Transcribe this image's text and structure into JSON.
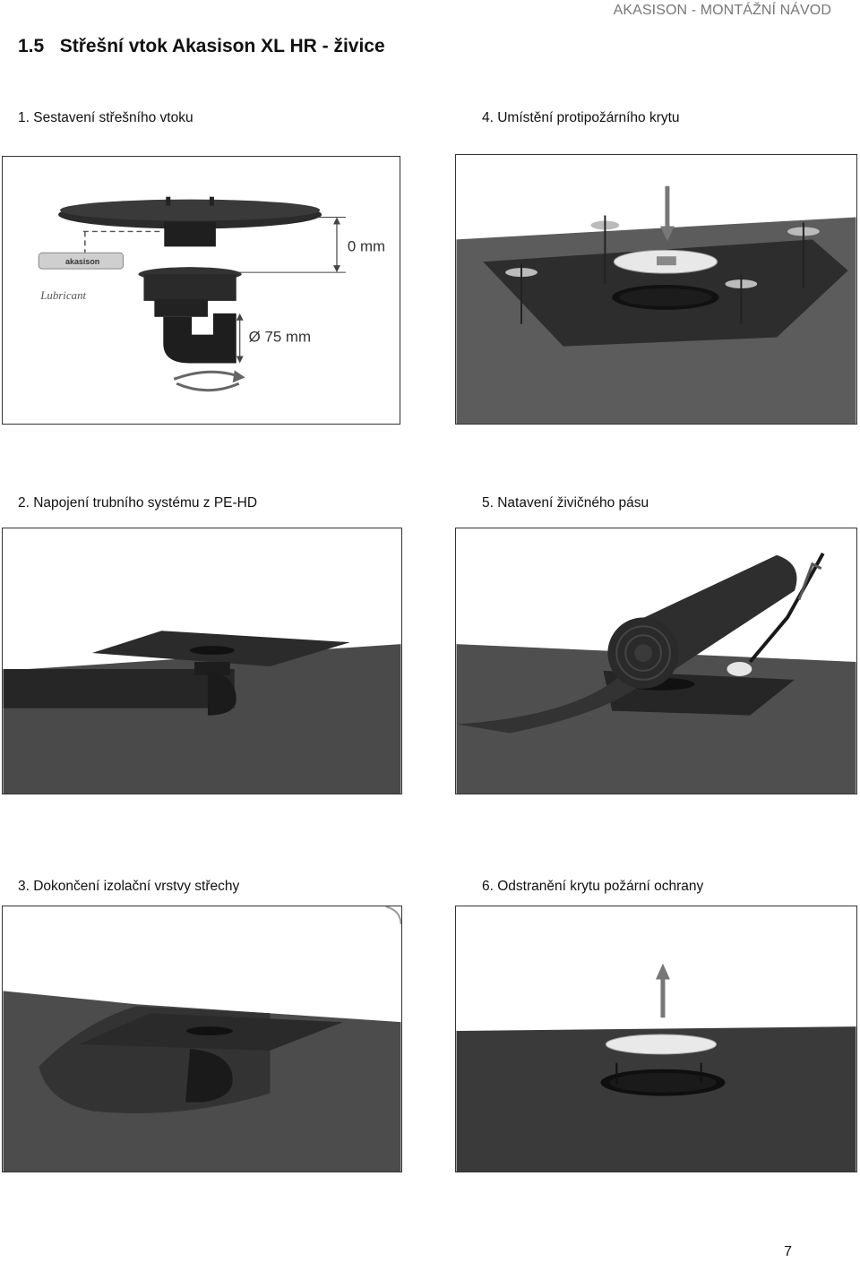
{
  "header": {
    "document_title": "AKASISON - MONTÁŽNÍ NÁVOD"
  },
  "section": {
    "title": "1.5   Střešní vtok Akasison XL HR - živice"
  },
  "steps": [
    {
      "caption": "1. Sestavení střešního vtoku",
      "illustration": "assembly-illustration",
      "labels": {
        "dimension_gap": "0 mm",
        "diameter": "Ø 75 mm",
        "tube_brand": "akasison",
        "lubricant": "Lubricant"
      }
    },
    {
      "caption": "2. Napojení trubního systému z PE-HD",
      "illustration": "pipe-connection-illustration"
    },
    {
      "caption": "3. Dokončení izolační vrstvy střechy",
      "illustration": "insulation-layer-illustration"
    },
    {
      "caption": "4. Umístění protipožárního krytu",
      "illustration": "fire-cover-placement-illustration"
    },
    {
      "caption": "5. Natavení živičného pásu",
      "illustration": "bitumen-torching-illustration"
    },
    {
      "caption": "6. Odstranění krytu požární ochrany",
      "illustration": "fire-cover-removal-illustration"
    }
  ],
  "footer": {
    "page_number": "7"
  }
}
